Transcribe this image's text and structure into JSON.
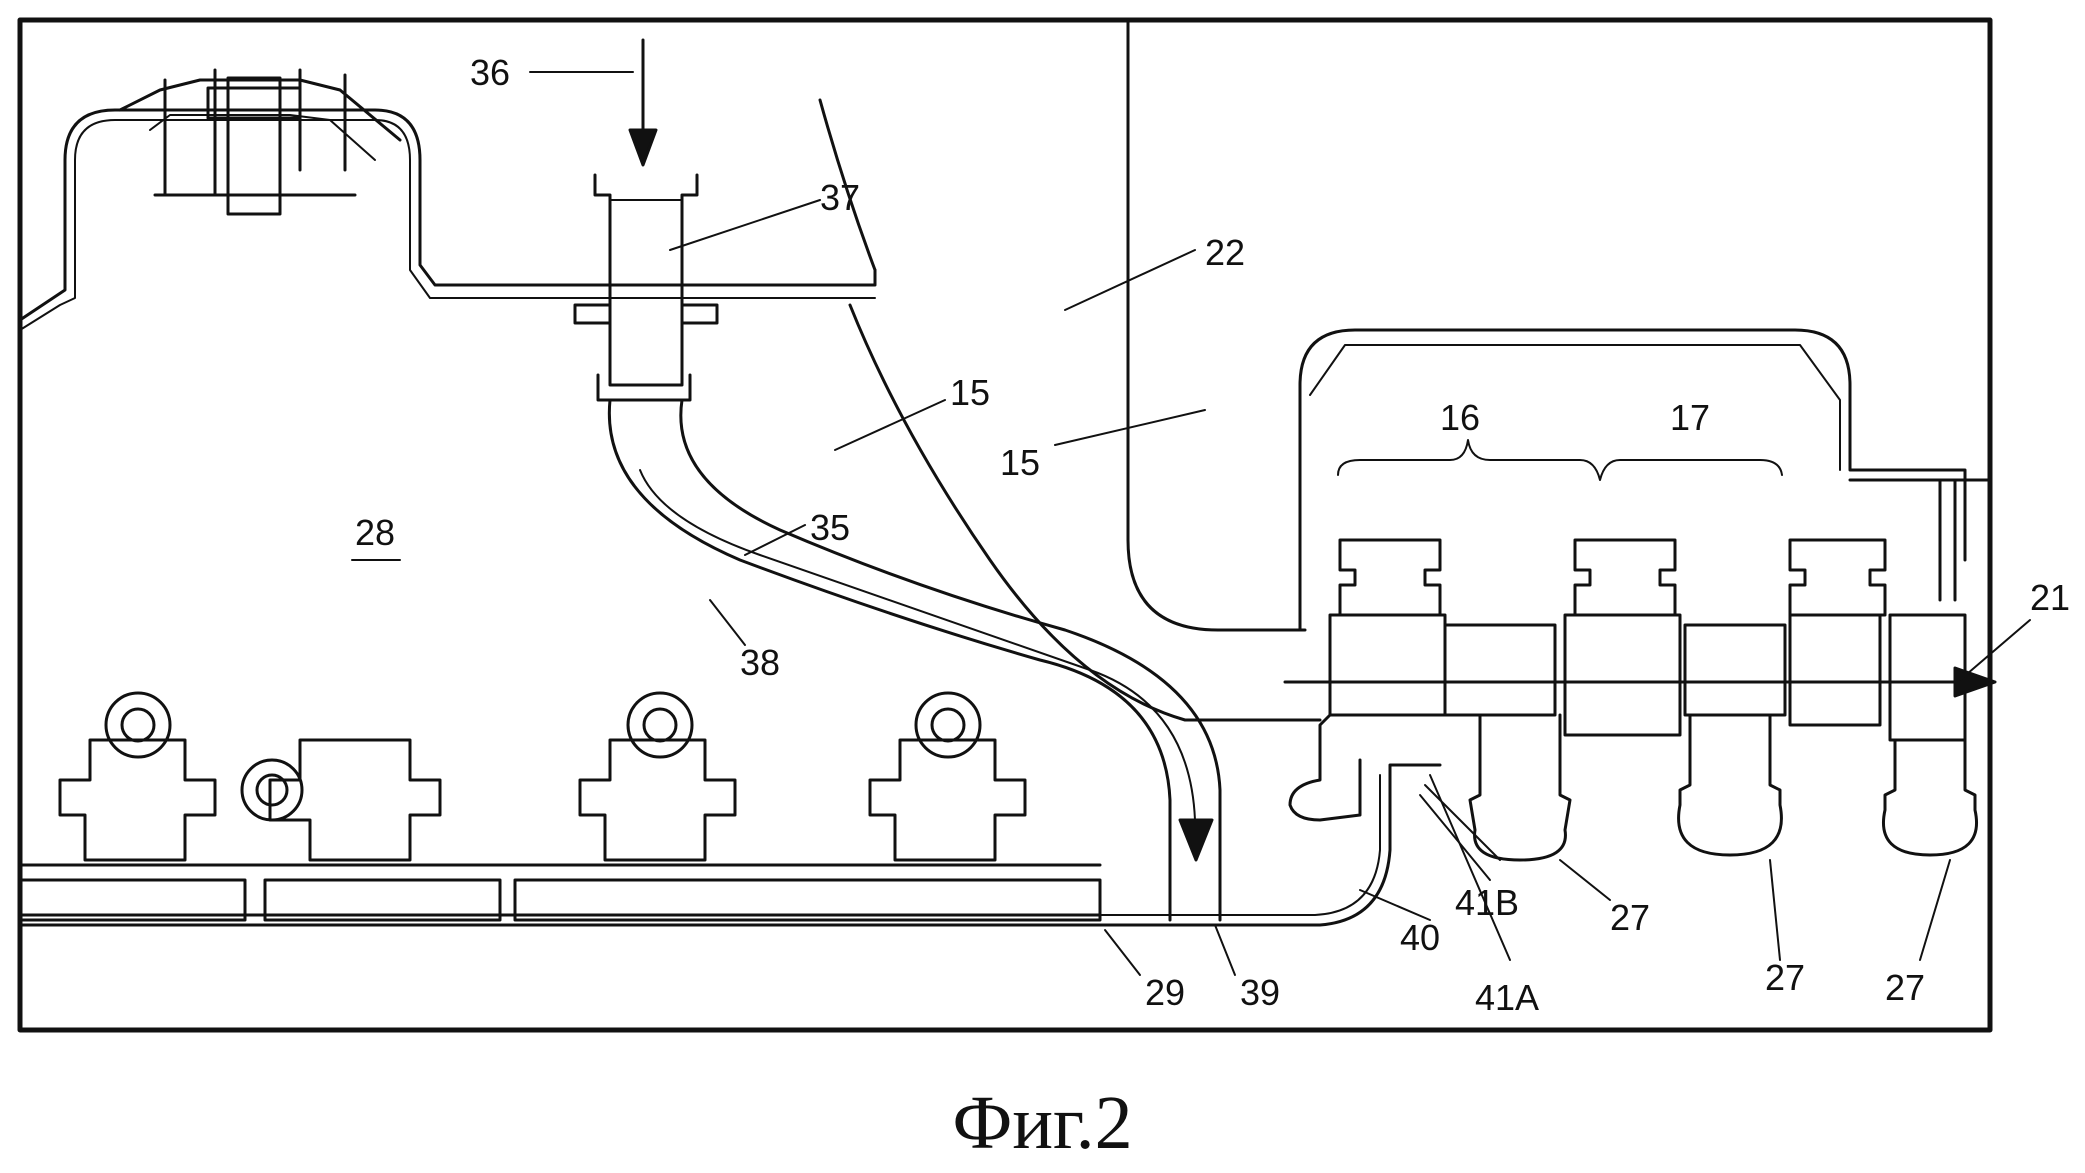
{
  "figure": {
    "caption": "Фиг.2",
    "labels": {
      "n15a": "15",
      "n15b": "15",
      "n16": "16",
      "n17": "17",
      "n21": "21",
      "n22": "22",
      "n27a": "27",
      "n27b": "27",
      "n27c": "27",
      "n28": "28",
      "n29": "29",
      "n35": "35",
      "n36": "36",
      "n37": "37",
      "n38": "38",
      "n39": "39",
      "n40": "40",
      "n41A": "41A",
      "n41B": "41B"
    }
  }
}
